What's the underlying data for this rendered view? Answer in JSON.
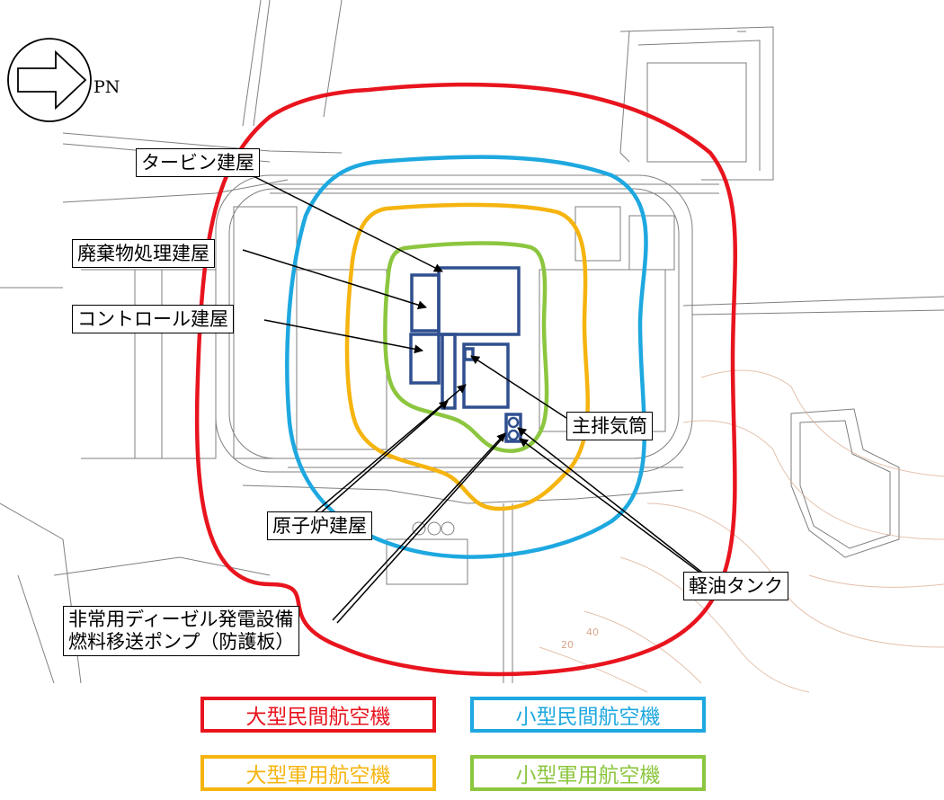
{
  "north_indicator": {
    "label": "PN"
  },
  "callouts": {
    "turbine": "タービン建屋",
    "waste": "廃棄物処理建屋",
    "control": "コントロール建屋",
    "exhaust_stack": "主排気筒",
    "reactor": "原子炉建屋",
    "diesel_line1": "非常用ディーゼル発電設備",
    "diesel_line2": "燃料移送ポンプ（防護板）",
    "light_oil_tank": "軽油タンク"
  },
  "legend": {
    "large_civil": {
      "label": "大型民間航空機",
      "color": "#e8141e"
    },
    "small_civil": {
      "label": "小型民間航空機",
      "color": "#1ea8e0"
    },
    "large_military": {
      "label": "大型軍用航空機",
      "color": "#f5b40f"
    },
    "small_military": {
      "label": "小型軍用航空機",
      "color": "#8cc63f"
    }
  },
  "building_color": "#2f4f8f",
  "contour_labels": [
    "20",
    "40"
  ]
}
